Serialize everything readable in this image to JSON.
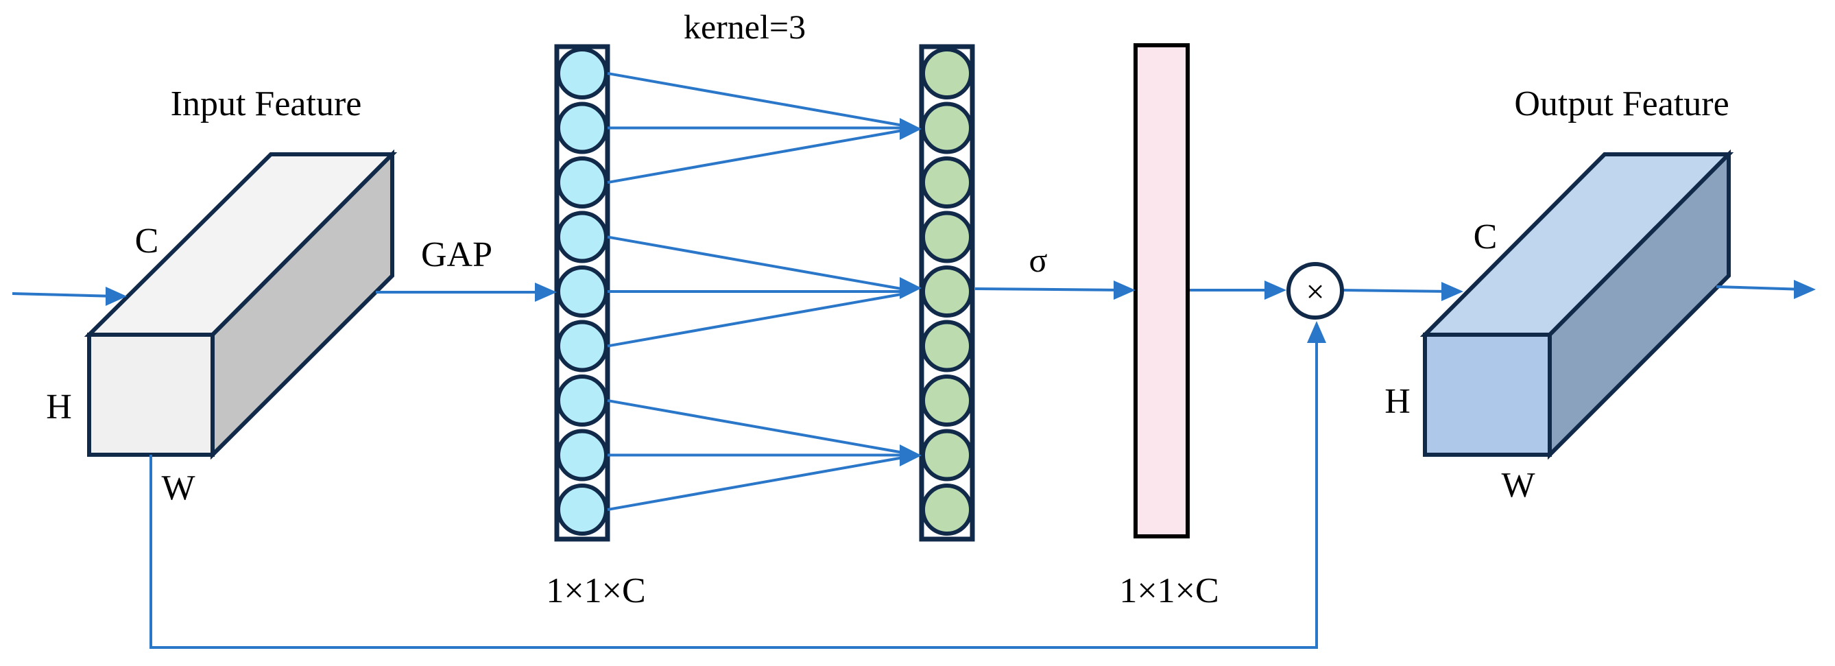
{
  "labels": {
    "input_feature": "Input Feature",
    "output_feature": "Output Feature",
    "kernel": "kernel=3",
    "gap": "GAP",
    "sigma": "σ",
    "in_c": "C",
    "in_h": "H",
    "in_w": "W",
    "out_c": "C",
    "out_h": "H",
    "out_w": "W",
    "size_left": "1×1×C",
    "size_right": "1×1×C",
    "multiply": "×"
  },
  "layers": {
    "gap_vector_nodes": 9,
    "conv_output_nodes": 9
  },
  "colors": {
    "line": "#2a77c9",
    "outline": "#112a4a",
    "input_front": "#f0f0f0",
    "input_top": "#f3f3f3",
    "input_side": "#c4c4c4",
    "output_front": "#adc8e8",
    "output_top": "#c0d6ee",
    "output_side": "#8aa2bd",
    "node_cyan": "#b5ecfa",
    "node_green": "#bcdcb0",
    "sigmoid_bar": "#fce6ee"
  }
}
